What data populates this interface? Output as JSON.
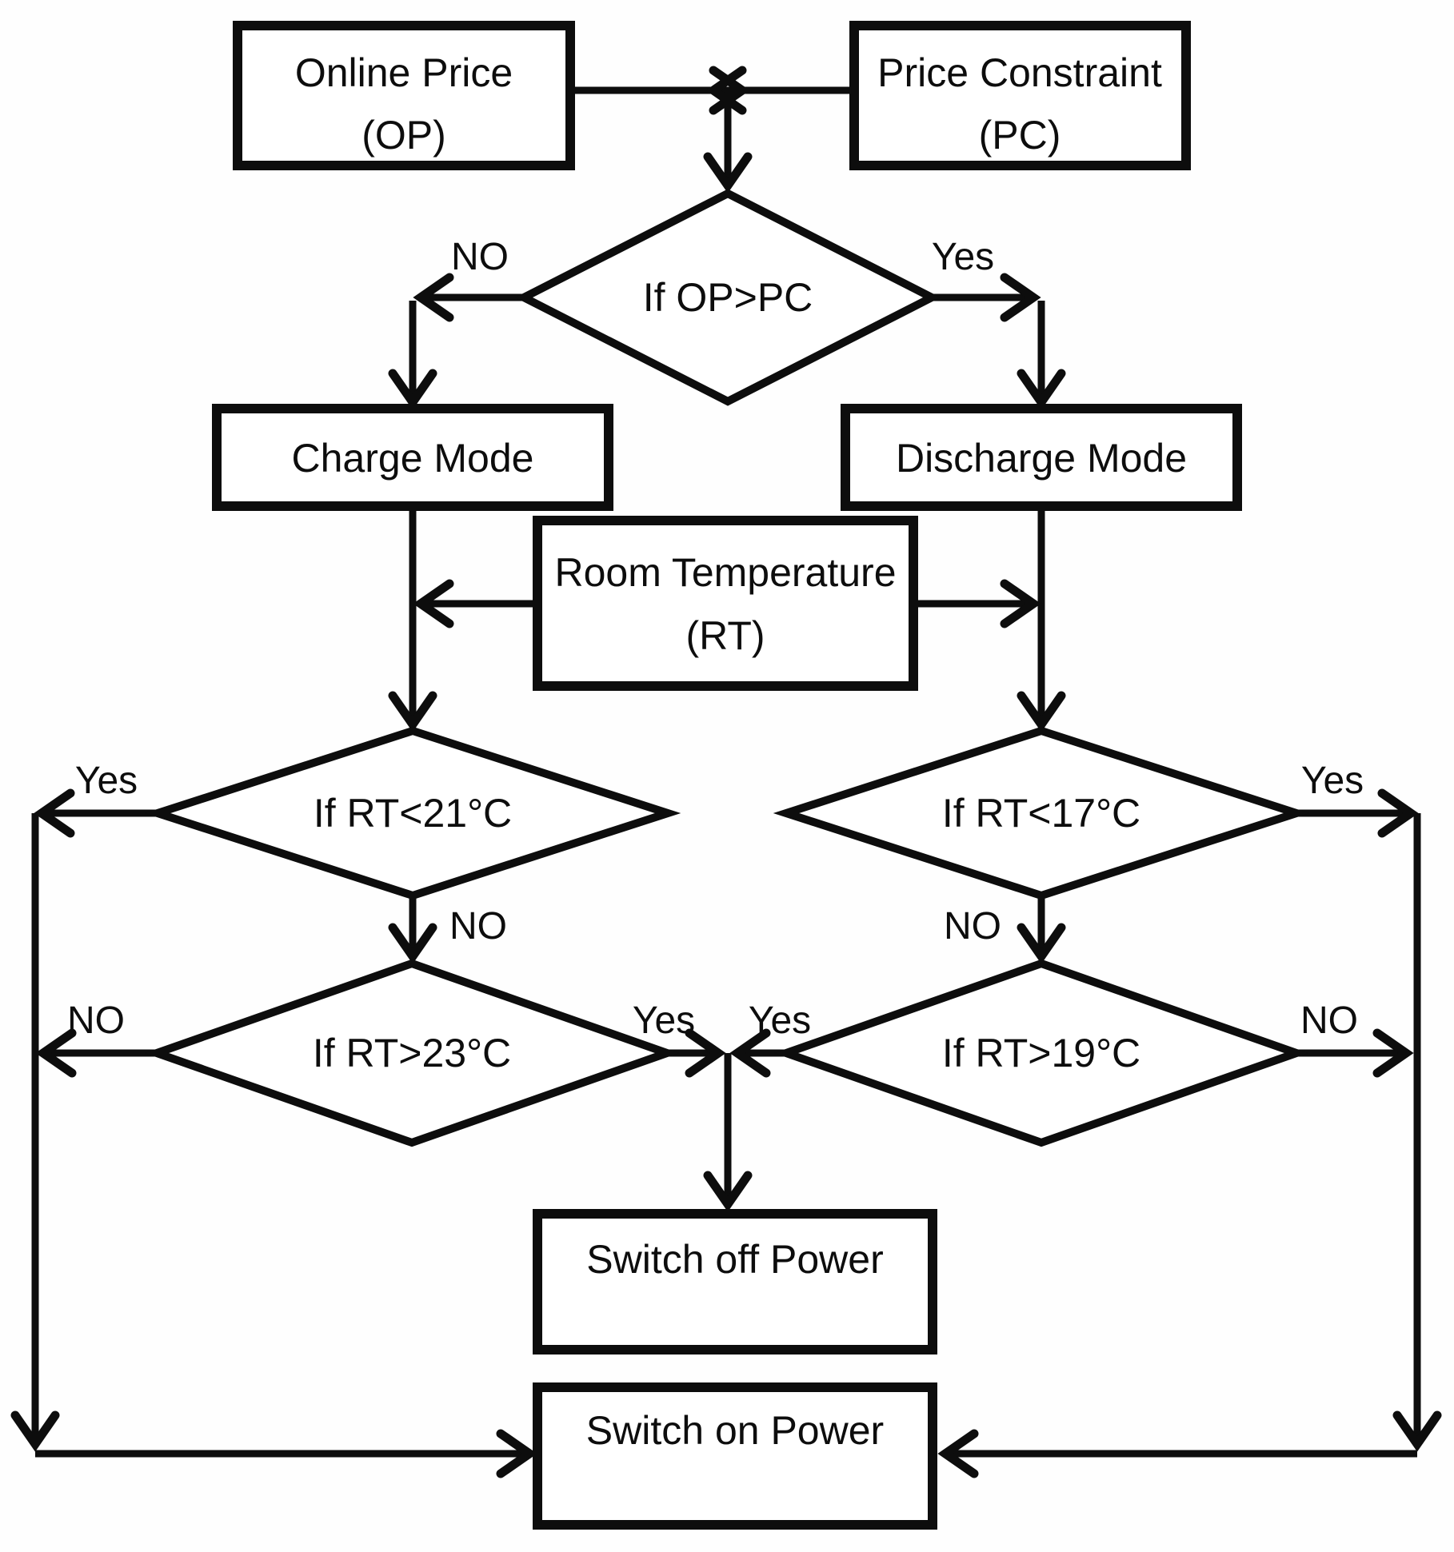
{
  "nodes": {
    "online_price": {
      "line1": "Online Price",
      "line2": "(OP)"
    },
    "price_constraint": {
      "line1": "Price Constraint",
      "line2": "(PC)"
    },
    "decision_op_pc": {
      "label": "If OP>PC"
    },
    "charge_mode": {
      "label": "Charge Mode"
    },
    "discharge_mode": {
      "label": "Discharge Mode"
    },
    "room_temperature": {
      "line1": "Room Temperature",
      "line2": "(RT)"
    },
    "decision_rt_lt21": {
      "label": "If RT<21°C"
    },
    "decision_rt_lt17": {
      "label": "If RT<17°C"
    },
    "decision_rt_gt23": {
      "label": "If RT>23°C"
    },
    "decision_rt_gt19": {
      "label": "If RT>19°C"
    },
    "switch_off_power": {
      "label": "Switch off Power"
    },
    "switch_on_power": {
      "label": "Switch on Power"
    }
  },
  "edge_labels": {
    "op_pc_no": "NO",
    "op_pc_yes": "Yes",
    "rt21_yes": "Yes",
    "rt21_no": "NO",
    "rt17_no": "NO",
    "rt17_yes": "Yes",
    "rt23_no": "NO",
    "rt23_yes": "Yes",
    "rt19_yes": "Yes",
    "rt19_no": "NO",
    "op_pc_no_full": "NO",
    "op_pc_yes_full": "Yes"
  },
  "colors": {
    "stroke": "#0d0d0d",
    "node_fill": "#ffffff",
    "background": "#fefefe"
  }
}
